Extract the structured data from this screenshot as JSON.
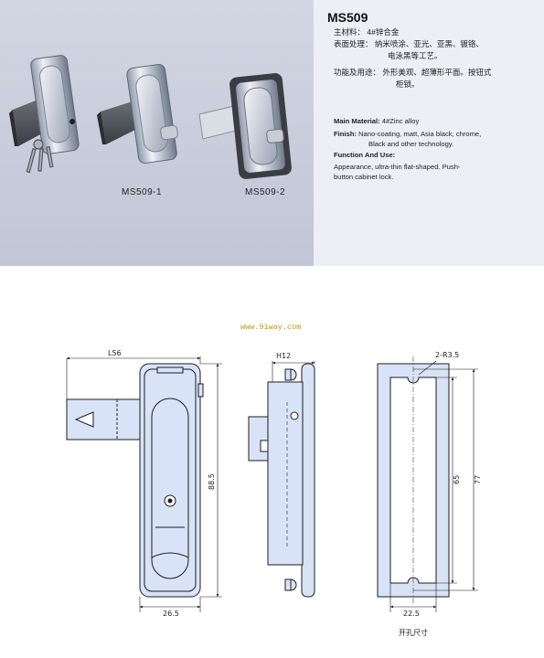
{
  "product": {
    "model": "MS509",
    "variant_1": "MS509-1",
    "variant_2": "MS509-2"
  },
  "spec_cn": {
    "material_label": "主材料：",
    "material_value": "4#锌合金",
    "finish_label": "表面处理：",
    "finish_value_1": "纳米喷涂、亚光、亚黑、镀铬、",
    "finish_value_2": "电泳黑等工艺。",
    "function_label": "功能及用途：",
    "function_value_1": "外形美观、超薄形平面。按钮式",
    "function_value_2": "柜锁。"
  },
  "spec_en": {
    "material_label": "Main Material:",
    "material_value": "4#Zinc alloy",
    "finish_label": "Finish:",
    "finish_value_1": "Nano-coating, matt, Asia black, chrome,",
    "finish_value_2": "Black and other technology.",
    "function_label": "Function And Use:",
    "function_value_1": "Appearance, ultra-thin flat-shaped. Push-",
    "function_value_2": "button cabinet lock."
  },
  "watermark": "www.91way.com",
  "dimensions": {
    "front_width_top": "L56",
    "front_height": "88.5",
    "front_width_bottom": "26.5",
    "side_width": "H12",
    "cutout_radius": "2-R3.5",
    "cutout_inner": "65",
    "cutout_outer": "77",
    "cutout_width": "22.5"
  },
  "cutout_note": "开孔尺寸",
  "colors": {
    "part_fill": "#d8e3f7",
    "part_stroke": "#1c1c1c",
    "photo_bg": "#c6cbda"
  }
}
